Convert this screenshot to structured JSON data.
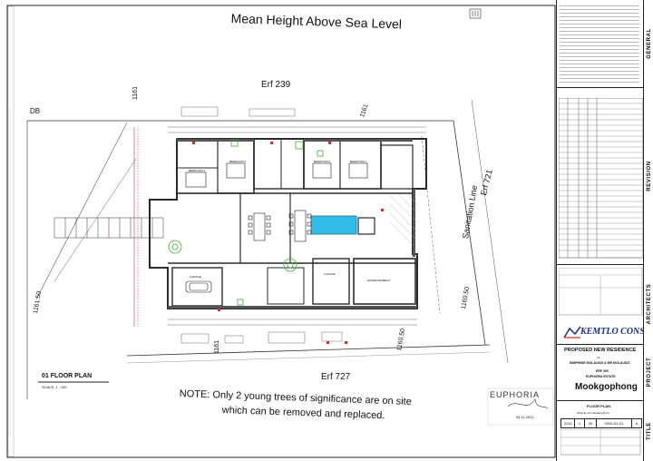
{
  "drawing": {
    "heading_text": "Mean Height Above Sea Level",
    "erf_top": "Erf 239",
    "erf_bottom": "Erf 727",
    "erf_right": "Erf 721",
    "sanitation_line": "Sanitation Line",
    "db_label": "DB",
    "dim_left_a": "1161",
    "dim_left_b": "1161.50",
    "dim_top_right": "1161",
    "dim_bottom": "1161",
    "dim_right_a": "1160.50",
    "dim_right_b": "1160.50",
    "room_labels": [
      "BEDROOM 4",
      "BEDROOM 3",
      "BEDROOM 2",
      "BEDROOM 1",
      "LOUNGE",
      "ENTERTAINMENT",
      "GARAGE"
    ],
    "plan_title": "01 FLOOR PLAN",
    "plan_scale": "SCALE: 1 : 100",
    "note_line1": "NOTE: Only 2 young trees of significance are on site",
    "note_line2": "which can be removed and replaced.",
    "stamp_brand": "EUPHORIA",
    "stamp_date": "04.11.2021"
  },
  "title_block": {
    "sections": [
      "GENERAL",
      "REVISION",
      "ARCHITECTS",
      "PROJECT",
      "TITLE"
    ],
    "company": "KEMTLO CONSULTING",
    "project_title": "PROPOSED NEW RESIDENCE",
    "project_for": "for",
    "client": "SIMPHIWE MOLAUDZI & MR MOLAUDZI",
    "erf": "ERF 390",
    "estate": "EUPHORIA ESTATE",
    "town": "Mookgophong",
    "sheet_title": "FLOOR PLAN",
    "scale_note": "SCALE: As indicated @ A1",
    "sheet_no": "2115",
    "sheet_cell2": "1",
    "sheet_cell3": "00",
    "drawing_no": "2000-A1-01",
    "revision": "A"
  },
  "colors": {
    "wall": "#2a2a2a",
    "line": "#333333",
    "pool": "#33bde6",
    "green": "#3aa83a",
    "red": "#c0392b",
    "purple": "#8a3a8a",
    "blue_brand": "#1a2f8a"
  }
}
